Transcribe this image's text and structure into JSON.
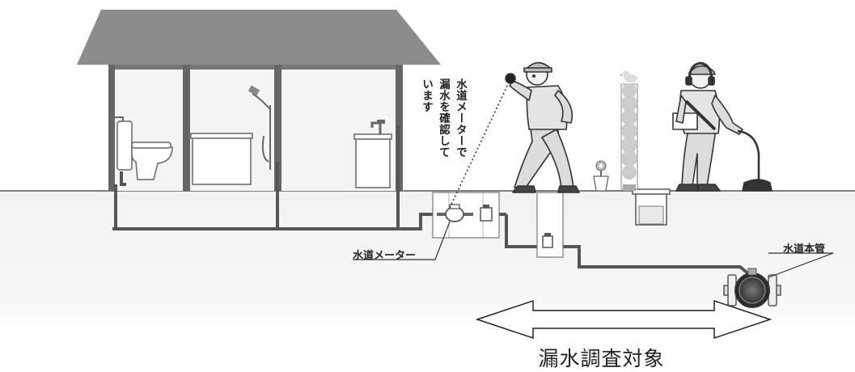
{
  "labels": {
    "note_col1": "水道メーターで",
    "note_col2": "漏水を確認して",
    "note_col3": "います",
    "meter": "水道メーター",
    "main_pipe": "水道本管",
    "caption": "漏水調査対象"
  },
  "colors": {
    "ground_line": "#555555",
    "pipe": "#555555",
    "roof": "#8c8c8c",
    "house_frame": "#666666",
    "figure_fill": "#dcdcdc",
    "figure_stroke": "#333333"
  }
}
